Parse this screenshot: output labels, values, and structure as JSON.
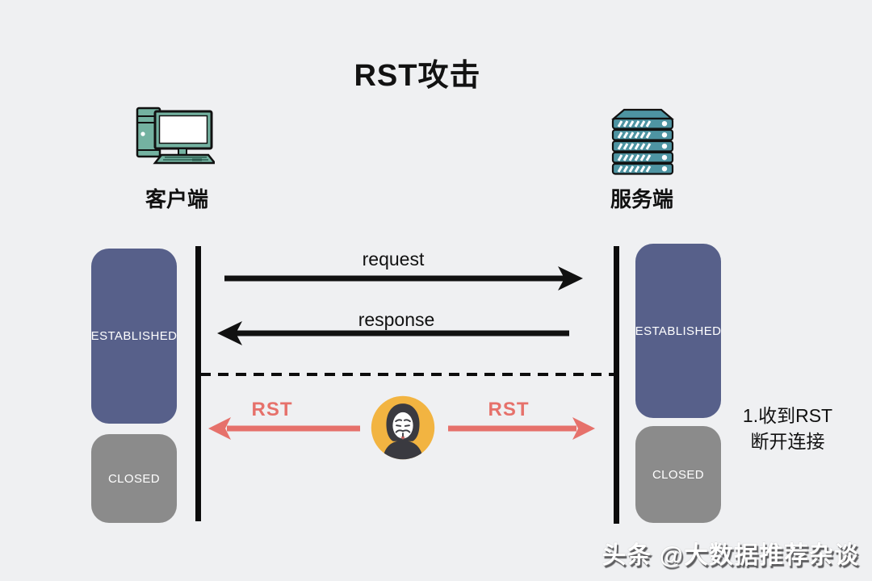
{
  "title": "RST攻击",
  "client": {
    "label": "客户端"
  },
  "server": {
    "label": "服务端"
  },
  "states": {
    "client_established": "ESTABLISHED",
    "client_closed": "CLOSED",
    "server_established": "ESTABLISHED",
    "server_closed": "CLOSED"
  },
  "messages": {
    "request": "request",
    "response": "response",
    "rst_left": "RST",
    "rst_right": "RST"
  },
  "annotation": {
    "line1": "1.收到RST",
    "line2": "断开连接"
  },
  "watermark": "头条 @大数据推荐杂谈",
  "colors": {
    "background": "#eff0f2",
    "established_box": "#57608a",
    "closed_box": "#8b8b8b",
    "rst_arrow": "#e6716b",
    "black_arrow": "#111111",
    "hacker_circle": "#f2b441",
    "hacker_figure": "#3a3a40",
    "client_icon": "#74b2a1",
    "server_icon": "#4e94a2"
  }
}
